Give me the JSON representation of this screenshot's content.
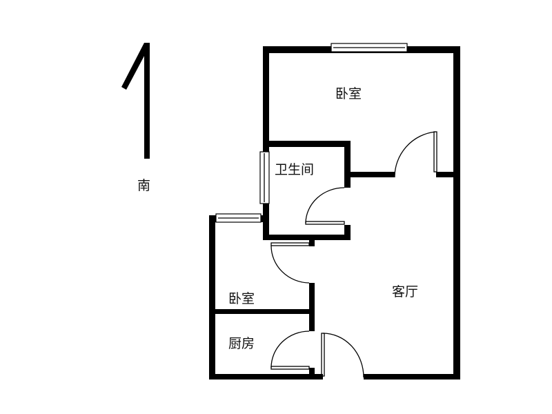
{
  "compass": {
    "direction_label": "南",
    "icon": "north-arrow-icon"
  },
  "rooms": [
    {
      "id": "master-bedroom",
      "label": "卧室"
    },
    {
      "id": "bathroom",
      "label": "卫生间"
    },
    {
      "id": "second-bedroom",
      "label": "卧室"
    },
    {
      "id": "kitchen",
      "label": "厨房"
    },
    {
      "id": "living-room",
      "label": "客厅"
    }
  ]
}
